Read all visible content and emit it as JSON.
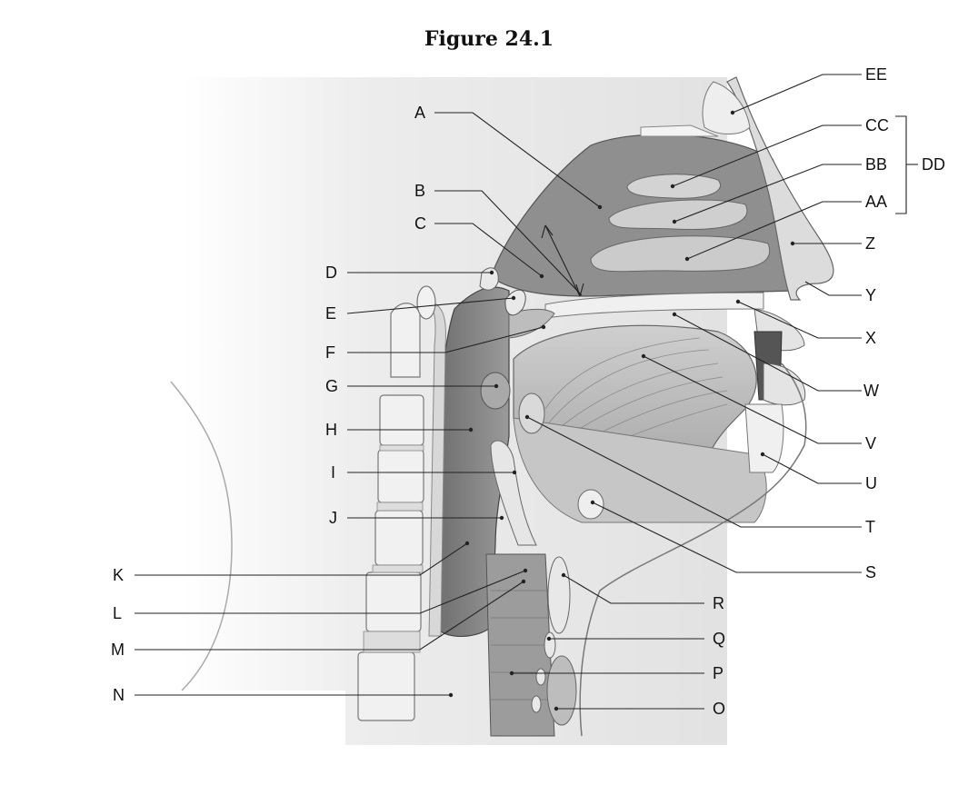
{
  "figure": {
    "title": "Figure 24.1"
  },
  "labels": {
    "A": "A",
    "B": "B",
    "C": "C",
    "D": "D",
    "E": "E",
    "F": "F",
    "G": "G",
    "H": "H",
    "I": "I",
    "J": "J",
    "K": "K",
    "L": "L",
    "M": "M",
    "N": "N",
    "O": "O",
    "P": "P",
    "Q": "Q",
    "R": "R",
    "S": "S",
    "T": "T",
    "U": "U",
    "V": "V",
    "W": "W",
    "X": "X",
    "Y": "Y",
    "Z": "Z",
    "AA": "AA",
    "BB": "BB",
    "CC": "CC",
    "DD": "DD",
    "EE": "EE"
  },
  "colors": {
    "background_shade": "#e6e6e6",
    "tissue_dark": "#8c8c8c",
    "tissue_mid": "#b5b5b5",
    "tissue_light": "#d6d6d6",
    "bone": "#f2f2f2",
    "leader_line": "#222222"
  }
}
